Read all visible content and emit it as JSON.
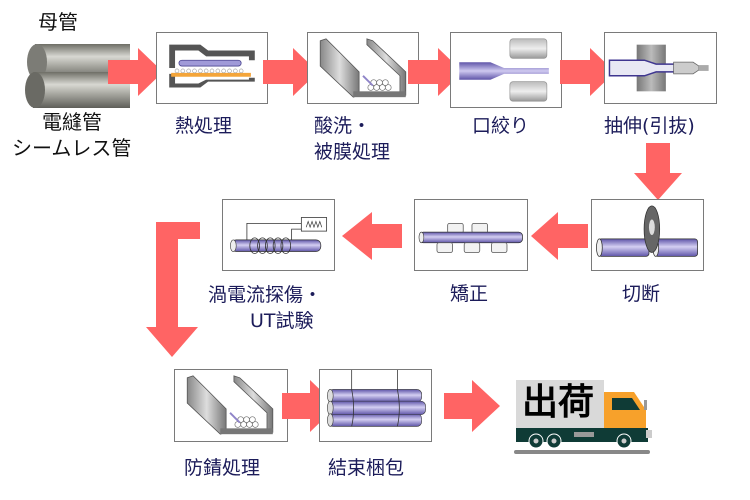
{
  "title": "鋼管製造工程フロー",
  "colors": {
    "arrow": "#ff6464",
    "label_text": "#1c1c5a",
    "box_border": "#7a7a7a",
    "pipe": "#8f84c8",
    "truck_cab": "#f7a12b",
    "truck_base": "#0f3b36"
  },
  "start": {
    "top_label": "母管",
    "bottom_label_1": "電縫管",
    "bottom_label_2": "シームレス管",
    "icon": "steel-pipes"
  },
  "steps": [
    {
      "id": "heat-treatment",
      "label_1": "熱処理",
      "icon": "furnace"
    },
    {
      "id": "pickling",
      "label_1": "酸洗・",
      "label_2": "被膜処理",
      "icon": "tank"
    },
    {
      "id": "swaging",
      "label_1": "口絞り",
      "icon": "swaging-die"
    },
    {
      "id": "drawing",
      "label_1": "抽伸(引抜)",
      "icon": "drawing-die"
    },
    {
      "id": "cutting",
      "label_1": "切断",
      "icon": "cutting-disc"
    },
    {
      "id": "straightening",
      "label_1": "矯正",
      "icon": "straightening-rollers"
    },
    {
      "id": "inspection",
      "label_1": "渦電流探傷・",
      "label_2": "UT試験",
      "icon": "eddy-current-coil"
    },
    {
      "id": "rust-prevention",
      "label_1": "防錆処理",
      "icon": "tank"
    },
    {
      "id": "bundling",
      "label_1": "結束梱包",
      "icon": "bundle"
    }
  ],
  "end": {
    "label": "出荷",
    "icon": "truck"
  }
}
